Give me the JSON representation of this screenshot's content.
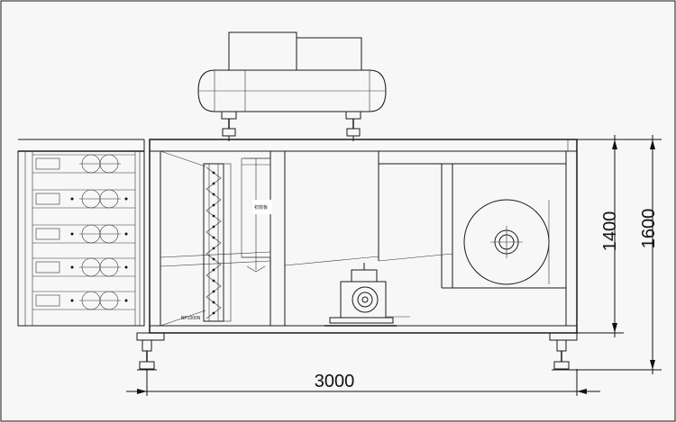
{
  "dimensions": {
    "length_label": "3000",
    "height_inner_label": "1400",
    "height_outer_label": "1600"
  },
  "annotations": {
    "filter_label": "初效板",
    "plate_label": "BP1000N"
  }
}
